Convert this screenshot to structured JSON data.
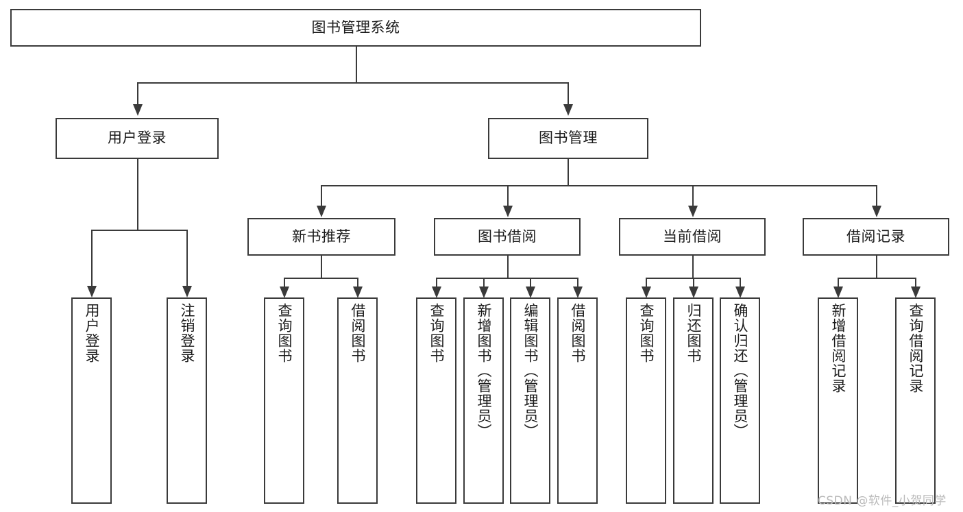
{
  "diagram": {
    "type": "hierarchy-tree",
    "title_node": {
      "label": "图书管理系统"
    },
    "level2": [
      {
        "id": "user-login",
        "label": "用户登录"
      },
      {
        "id": "book-management",
        "label": "图书管理"
      }
    ],
    "level3": [
      {
        "id": "new-book-recommend",
        "label": "新书推荐"
      },
      {
        "id": "book-borrow",
        "label": "图书借阅"
      },
      {
        "id": "current-borrow",
        "label": "当前借阅"
      },
      {
        "id": "borrow-record",
        "label": "借阅记录"
      }
    ],
    "leaves": {
      "user_login": [
        {
          "id": "leaf-user-login",
          "label": "用户登录"
        },
        {
          "id": "leaf-logout-login",
          "label": "注销登录"
        }
      ],
      "new_book_recommend": [
        {
          "id": "leaf-query-book-1",
          "label": "查询图书"
        },
        {
          "id": "leaf-borrow-book-1",
          "label": "借阅图书"
        }
      ],
      "book_borrow": [
        {
          "id": "leaf-query-book-2",
          "label": "查询图书"
        },
        {
          "id": "leaf-add-book",
          "label": "新增图书（管理员）"
        },
        {
          "id": "leaf-edit-book",
          "label": "编辑图书（管理员）"
        },
        {
          "id": "leaf-borrow-book-2",
          "label": "借阅图书"
        }
      ],
      "current_borrow": [
        {
          "id": "leaf-query-book-3",
          "label": "查询图书"
        },
        {
          "id": "leaf-return-book",
          "label": "归还图书"
        },
        {
          "id": "leaf-confirm-return",
          "label": "确认归还（管理员）"
        }
      ],
      "borrow_record": [
        {
          "id": "leaf-add-record",
          "label": "新增借阅记录"
        },
        {
          "id": "leaf-query-record",
          "label": "查询借阅记录"
        }
      ]
    }
  },
  "watermark": {
    "text": "CSDN @软件_小贺同学"
  },
  "colors": {
    "stroke": "#3a3a3a",
    "text": "#1b1b1b",
    "background": "#ffffff",
    "watermark": "#b9b9b9"
  }
}
